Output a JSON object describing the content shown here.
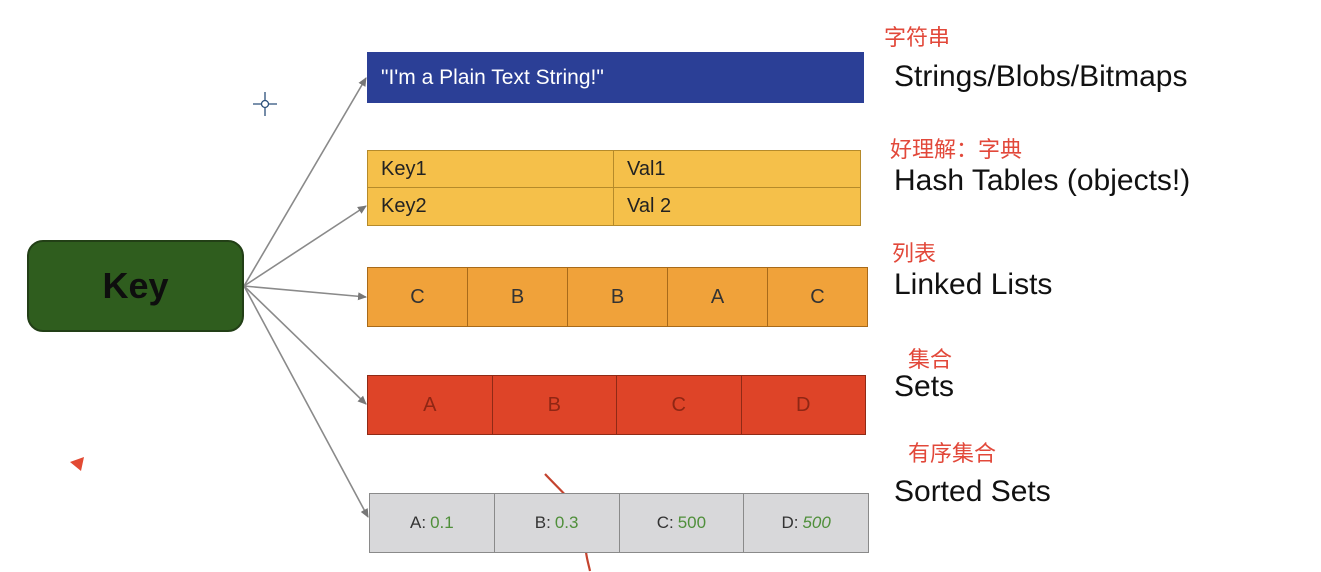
{
  "key": {
    "label": "Key"
  },
  "string": {
    "value": "\"I'm a Plain Text String!\""
  },
  "hash": {
    "rows": [
      {
        "field": "Key1",
        "value": "Val1"
      },
      {
        "field": "Key2",
        "value": "Val 2"
      }
    ]
  },
  "list": {
    "items": [
      "C",
      "B",
      "B",
      "A",
      "C"
    ]
  },
  "set": {
    "items": [
      "A",
      "B",
      "C",
      "D"
    ]
  },
  "zset": {
    "items": [
      {
        "member": "A:",
        "score": "0.1"
      },
      {
        "member": "B:",
        "score": "0.3"
      },
      {
        "member": "C:",
        "score": "500"
      },
      {
        "member": "D:",
        "score": "500"
      }
    ]
  },
  "types": {
    "strings": "Strings/Blobs/Bitmaps",
    "hash": "Hash Tables (objects!)",
    "lists": "Linked Lists",
    "sets": "Sets",
    "zsets": "Sorted Sets"
  },
  "annotations": {
    "strings": "字符串",
    "hash": "好理解：字典",
    "lists": "列表",
    "sets": "集合",
    "zsets": "有序集合"
  },
  "colors": {
    "key": "#2f5d1e",
    "string": "#2b3f96",
    "hash": "#f5c04a",
    "list": "#f0a23a",
    "set": "#de4428",
    "zset": "#d8d8da",
    "annotation": "#e2483a"
  }
}
